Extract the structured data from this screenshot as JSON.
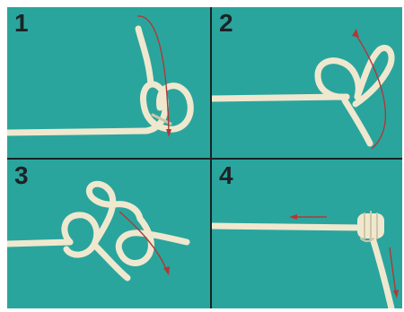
{
  "panels": [
    {
      "step": "1"
    },
    {
      "step": "2"
    },
    {
      "step": "3"
    },
    {
      "step": "4"
    }
  ],
  "colors": {
    "background": "#2aa59d",
    "rope": "#efe8cf",
    "rope_shade": "#cfc6a8",
    "arrow": "#b03838",
    "divider": "#1b2224",
    "number": "#1c2326"
  }
}
